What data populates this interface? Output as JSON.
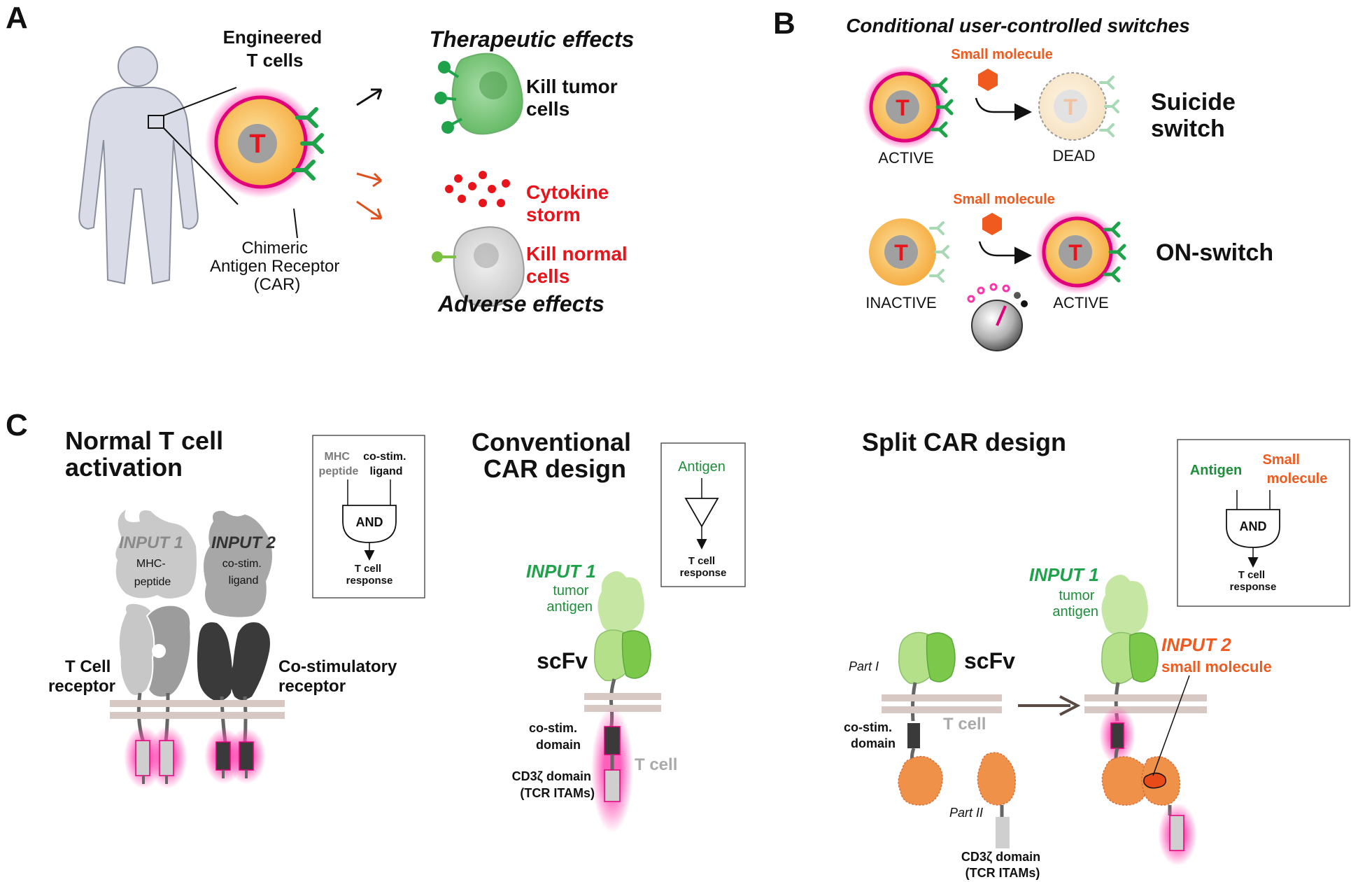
{
  "colors": {
    "t_cell_orange": "#f7b84b",
    "t_cell_halo": "#ff33aa",
    "nucleus_gray": "#a0a0a0",
    "car_green": "#1ea34a",
    "tumor_green": "#7ecb7e",
    "normal_gray": "#d7d7d7",
    "danger_red": "#e8141c",
    "small_mol_orange": "#f05a1e",
    "membrane": "#d8c8c4",
    "dark_receptor": "#3a3a3a",
    "green_text": "#1d8f3a"
  },
  "panel_a": {
    "label": "A",
    "engineered_t_cells": [
      "Engineered",
      "T cells"
    ],
    "t_letter": "T",
    "car_label": [
      "Chimeric",
      "Antigen Receptor",
      "(CAR)"
    ],
    "therapeutic": "Therapeutic effects",
    "kill_tumor": [
      "Kill tumor",
      "cells"
    ],
    "cytokine": [
      "Cytokine",
      "storm"
    ],
    "kill_normal": [
      "Kill normal",
      "cells"
    ],
    "adverse": "Adverse effects"
  },
  "panel_b": {
    "label": "B",
    "title": "Conditional user-controlled switches",
    "small_molecule": "Small molecule",
    "active": "ACTIVE",
    "dead": "DEAD",
    "inactive": "INACTIVE",
    "suicide": [
      "Suicide",
      "switch"
    ],
    "on_switch": "ON-switch",
    "t_letter": "T"
  },
  "panel_c": {
    "label": "C",
    "normal": {
      "title": [
        "Normal T cell",
        "activation"
      ],
      "input1": "INPUT 1",
      "input1_sub": [
        "MHC-",
        "peptide"
      ],
      "input2": "INPUT 2",
      "input2_sub": [
        "co-stim.",
        "ligand"
      ],
      "tcr": [
        "T Cell",
        "receptor"
      ],
      "costim": [
        "Co-stimulatory",
        "receptor"
      ],
      "gate_in1": [
        "MHC",
        "peptide"
      ],
      "gate_in2": [
        "co-stim.",
        "ligand"
      ],
      "gate": "AND",
      "gate_out": [
        "T cell",
        "response"
      ]
    },
    "conventional": {
      "title": [
        "Conventional",
        "CAR design"
      ],
      "gate_in": "Antigen",
      "gate_out": [
        "T cell",
        "response"
      ],
      "input1": "INPUT 1",
      "input1_sub": [
        "tumor",
        "antigen"
      ],
      "scfv": "scFv",
      "costim": [
        "co-stim.",
        "domain"
      ],
      "cd3": [
        "CD3ζ domain",
        "(TCR ITAMs)"
      ],
      "tcell": "T cell"
    },
    "split": {
      "title": "Split CAR design",
      "gate_in1": "Antigen",
      "gate_in2": [
        "Small",
        "molecule"
      ],
      "gate": "AND",
      "gate_out": [
        "T cell",
        "response"
      ],
      "input1": "INPUT 1",
      "input1_sub": [
        "tumor",
        "antigen"
      ],
      "part1": "Part I",
      "scfv": "scFv",
      "costim": [
        "co-stim.",
        "domain"
      ],
      "tcell": "T cell",
      "part2": "Part II",
      "cd3": [
        "CD3ζ domain",
        "(TCR ITAMs)"
      ],
      "input2": "INPUT 2",
      "input2_sub": "small molecule"
    }
  }
}
